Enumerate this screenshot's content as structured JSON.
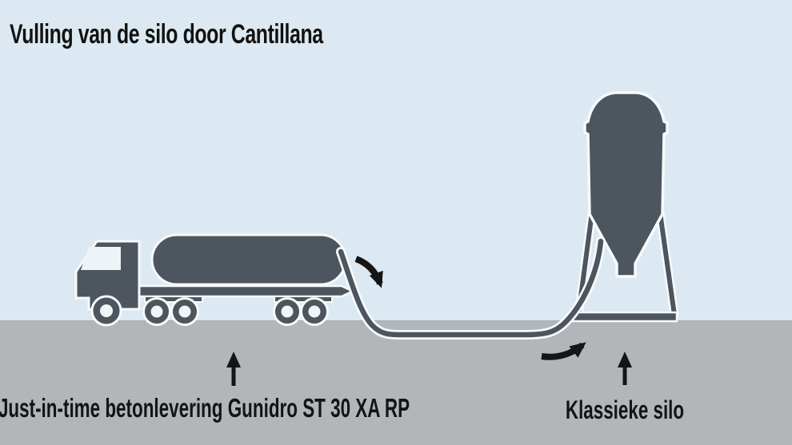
{
  "title": "Vulling van de silo door Cantillana",
  "diagram": {
    "truck_label": "Just-in-time betonlevering Gunidro ST 30 XA RP",
    "silo_label": "Klassieke silo",
    "icons": {
      "tanker-truck-icon": "silhouette of a just-in-time concrete delivery tanker truck",
      "silo-icon": "silhouette of a classic silo on legs",
      "hose-icon": "transfer hose from truck tank to silo",
      "flow-arrow-down-icon": "curved black arrow showing material flowing out of the tank",
      "flow-arrow-right-icon": "curved black arrow showing material flowing up into the silo",
      "pointer-arrow-up-truck-icon": "upward arrow pointing at the truck",
      "pointer-arrow-up-silo-icon": "upward arrow pointing at the silo"
    },
    "colors": {
      "sky": "#dce9f2",
      "ground": "#b3b6b9",
      "silhouette": "#4d565e",
      "outline": "#f7fafc",
      "arrow": "#151515",
      "text": "#121212"
    }
  }
}
